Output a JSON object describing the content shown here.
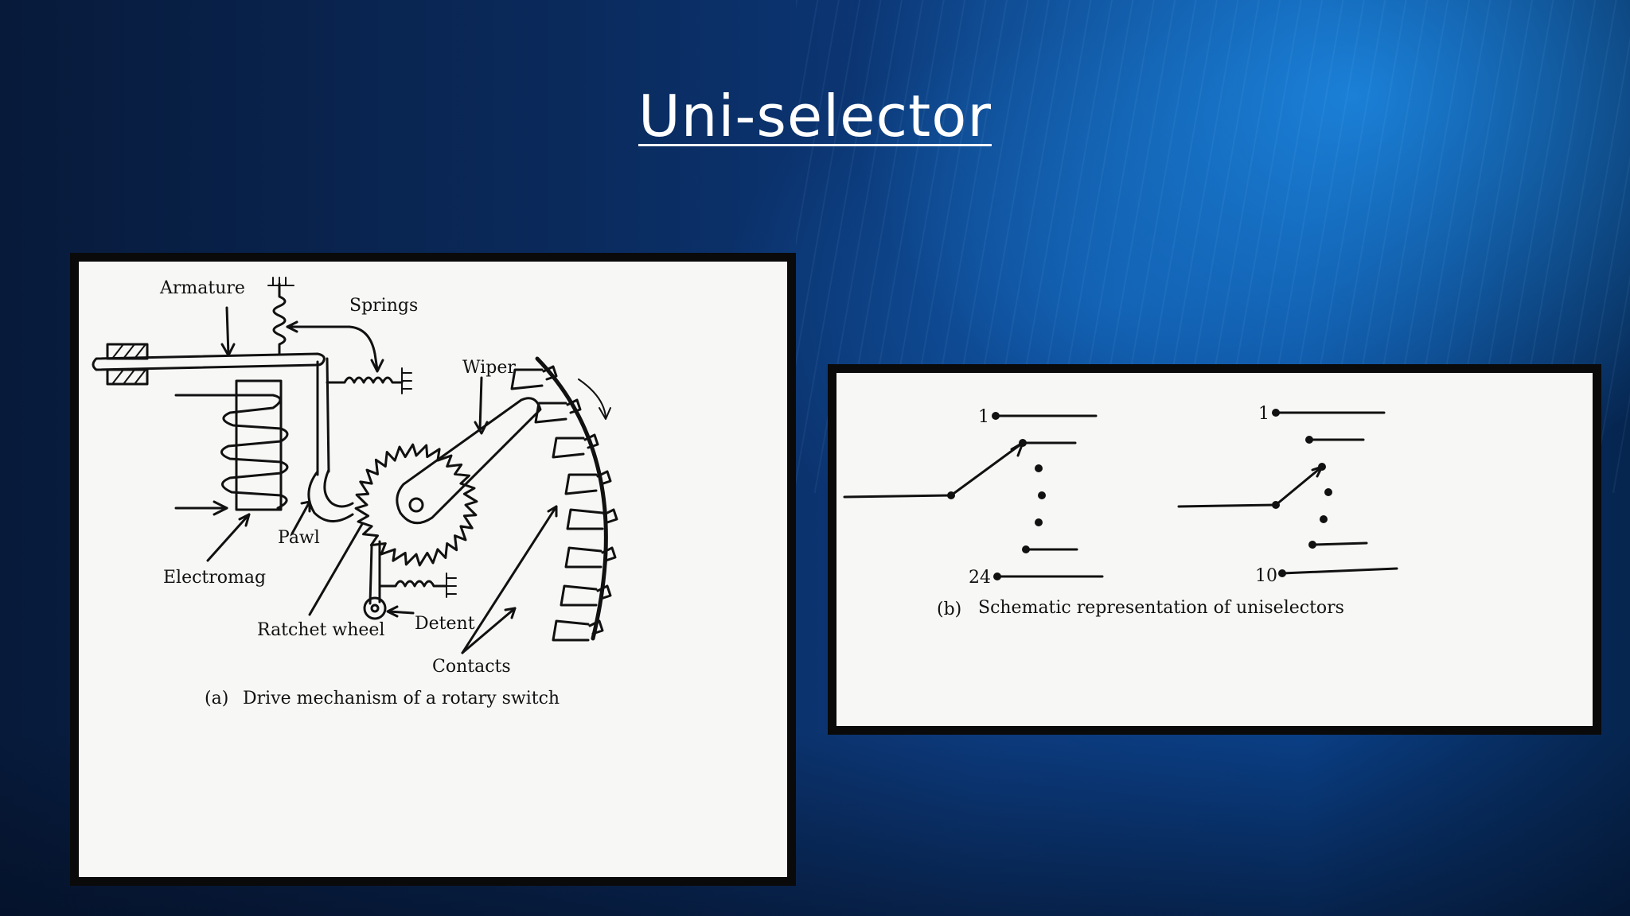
{
  "slide": {
    "title": "Uni-selector"
  },
  "figure_a": {
    "labels": {
      "armature": "Armature",
      "springs": "Springs",
      "wiper": "Wiper",
      "pawl": "Pawl",
      "electromag": "Electromag",
      "ratchet_wheel": "Ratchet wheel",
      "detent": "Detent",
      "contacts": "Contacts"
    },
    "caption_tag": "(a)",
    "caption": "Drive mechanism of a rotary switch"
  },
  "figure_b": {
    "left": {
      "first": "1",
      "last": "24"
    },
    "right": {
      "first": "1",
      "last": "10"
    },
    "caption_tag": "(b)",
    "caption": "Schematic representation of uniselectors"
  }
}
